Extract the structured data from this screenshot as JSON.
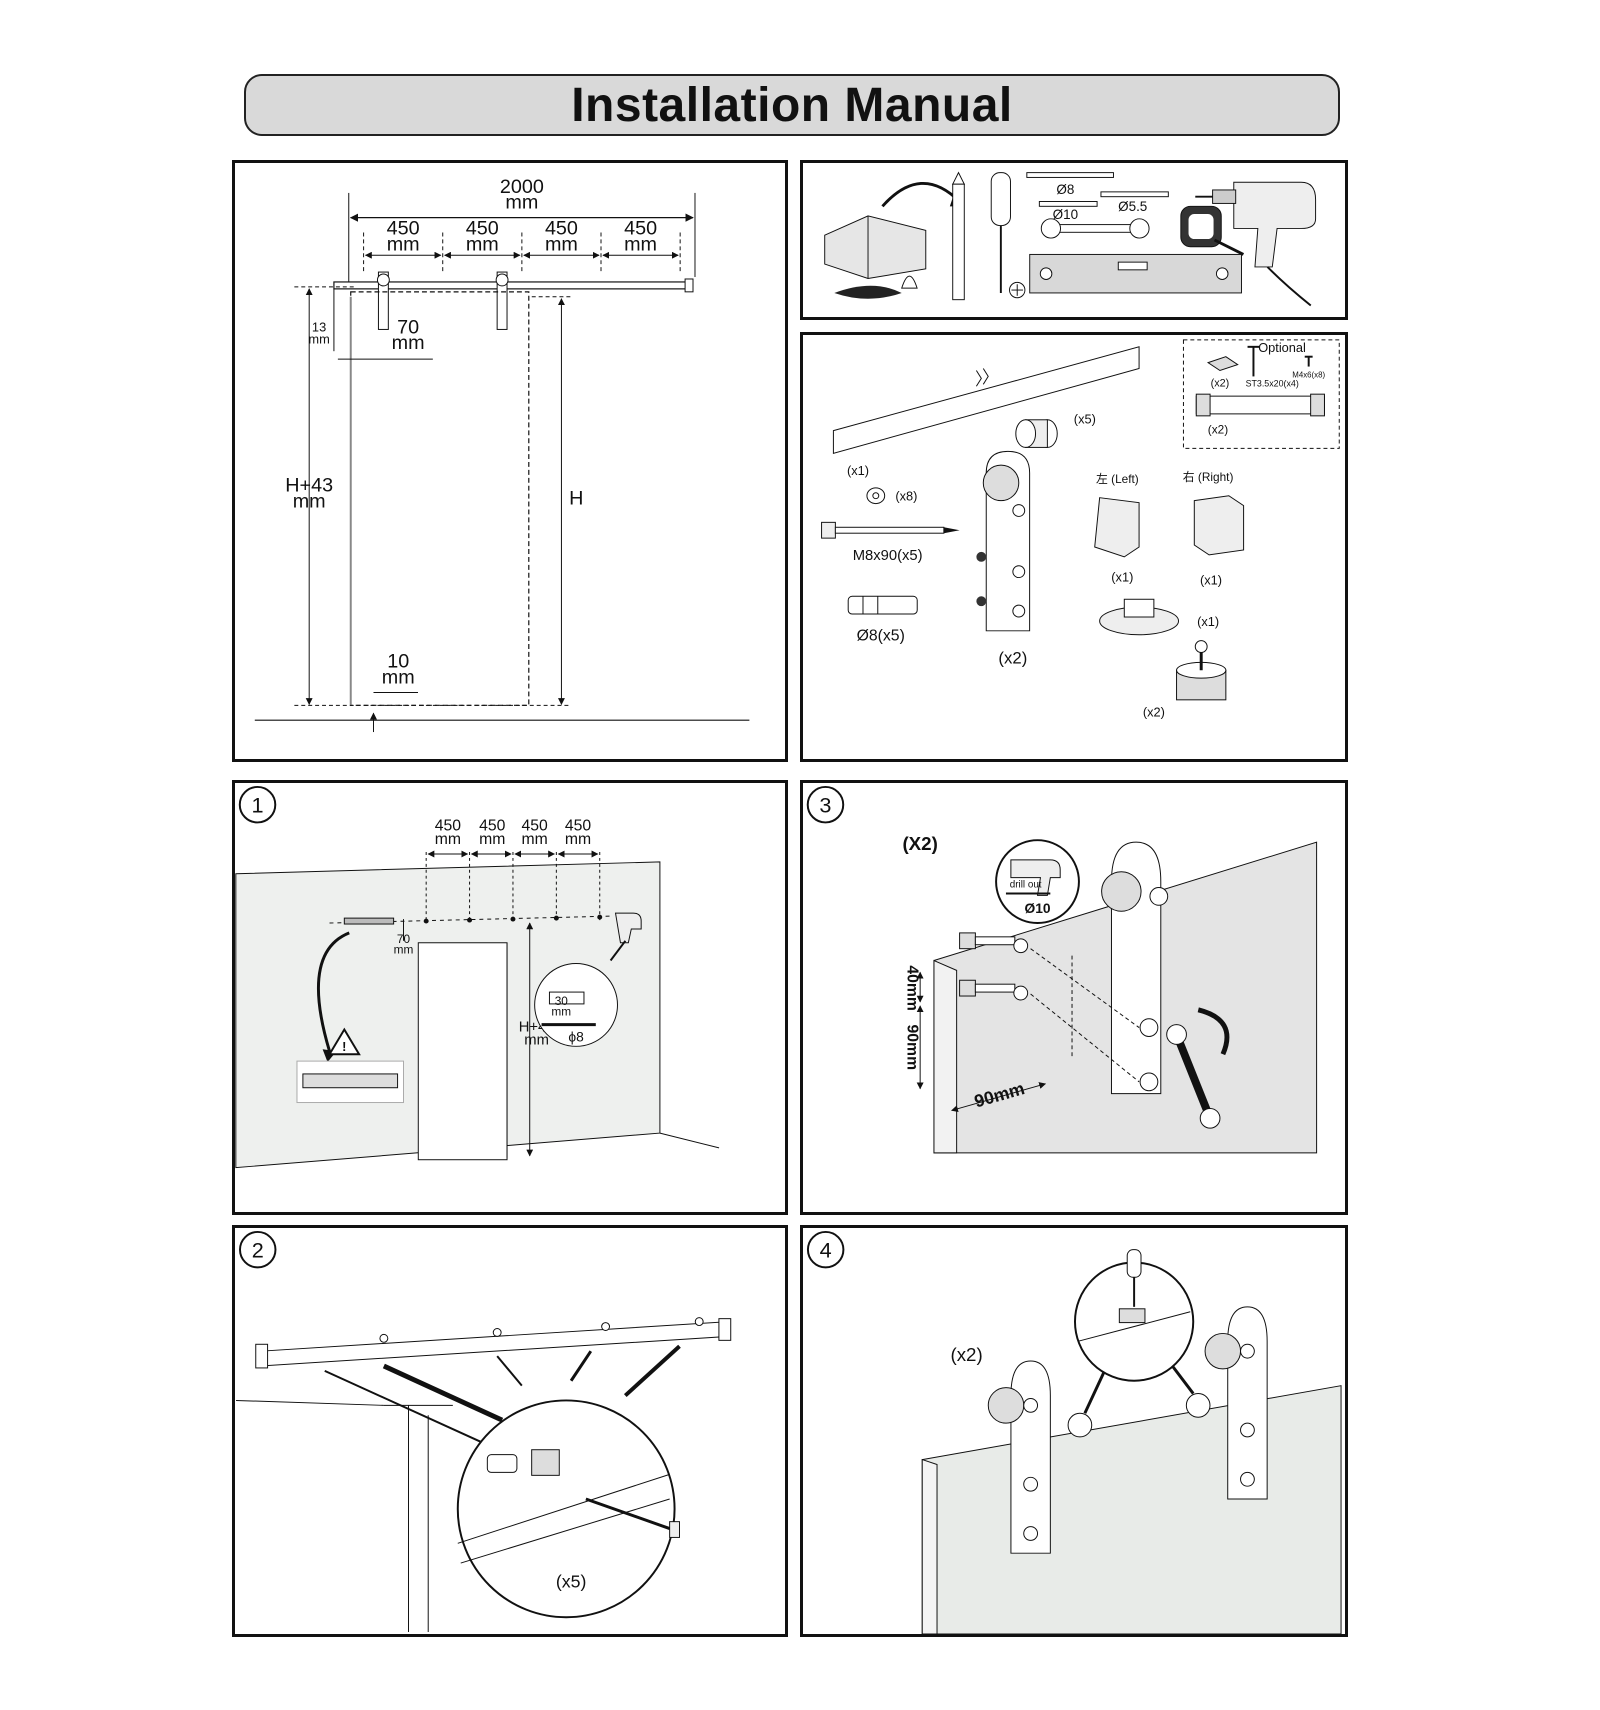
{
  "title": "Installation Manual",
  "overview": {
    "total_top": "2000",
    "total_bottom": "mm",
    "segments": [
      {
        "top": "450",
        "bottom": "mm"
      },
      {
        "top": "450",
        "bottom": "mm"
      },
      {
        "top": "450",
        "bottom": "mm"
      },
      {
        "top": "450",
        "bottom": "mm"
      }
    ],
    "gap_top": "13",
    "gap_bottom": "mm",
    "offset_top": "70",
    "offset_bottom": "mm",
    "height_top": "H+43",
    "height_bottom": "mm",
    "door_height": "H",
    "floor_top": "10",
    "floor_bottom": "mm"
  },
  "tools": {
    "drill_bits": [
      "Ø8",
      "Ø5.5",
      "Ø10"
    ]
  },
  "parts": {
    "optional_title": "Optional",
    "optional_screw_a": "ST3.5x20(x4)",
    "optional_screw_b": "M4x6(x8)",
    "optional_bracket_qty": "(x2)",
    "optional_stop_qty": "(x2)",
    "rail_qty": "(x1)",
    "spacer_qty": "(x5)",
    "washer_qty": "(x8)",
    "bolt_label": "M8x90(x5)",
    "anchor_label": "Ø8(x5)",
    "hanger_qty": "(x2)",
    "guide_left_label": "左 (Left)",
    "guide_right_label": "右 (Right)",
    "guide_left_qty": "(x1)",
    "guide_right_qty": "(x1)",
    "floor_guide_qty": "(x1)",
    "stopper_qty": "(x2)"
  },
  "step1": {
    "number": "1",
    "segments": [
      "450",
      "450",
      "450",
      "450"
    ],
    "seg_unit": "mm",
    "offset_top": "70",
    "offset_bottom": "mm",
    "height_top": "H+43",
    "height_bottom": "mm",
    "depth_top": "30",
    "depth_bottom": "mm",
    "bit_label": "ϕ8"
  },
  "step3": {
    "number": "3",
    "qty": "(X2)",
    "drill_note": "drill out",
    "drill_bit": "Ø10",
    "dim_a": "40mm",
    "dim_b": "90mm",
    "dim_c": "90mm"
  },
  "step2": {
    "number": "2",
    "qty": "(x5)"
  },
  "step4": {
    "number": "4",
    "qty": "(x2)"
  }
}
